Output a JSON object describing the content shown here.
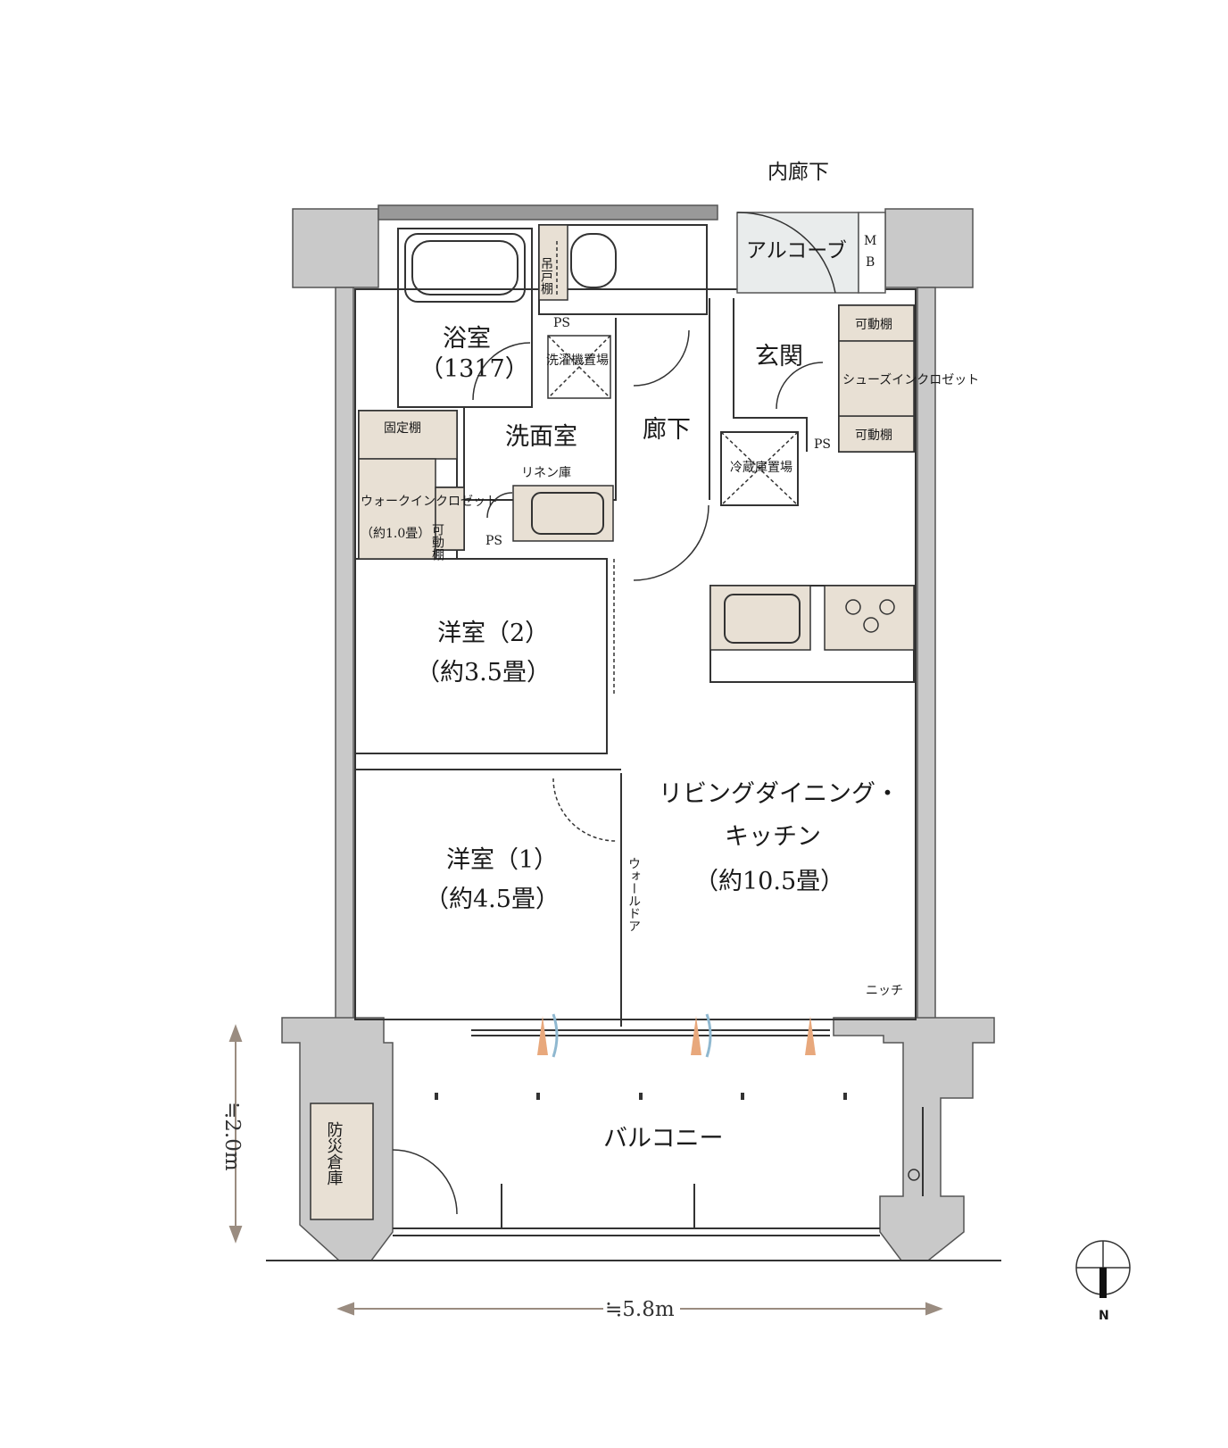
{
  "colors": {
    "wall": "#c9c9c9",
    "wall_stroke": "#555555",
    "storage_fill": "#e8e0d4",
    "alcove_fill": "#e9ecec",
    "line": "#333333",
    "accent_orange": "#e8a87c",
    "accent_blue": "#8fb8d0",
    "dim_line": "#9a8c80"
  },
  "labels": {
    "corridor_inner": "内廊下",
    "alcove": "アルコーブ",
    "mb": "M\nB",
    "bathroom": "浴室",
    "bathroom_size": "（1317）",
    "hanging_shelf": "吊戸棚",
    "ps": "PS",
    "washer_area": "洗濯機置場",
    "washroom": "洗面室",
    "hallway": "廊下",
    "entrance": "玄関",
    "movable_shelf": "可動棚",
    "shoes_in_closet": "シューズインクロゼット",
    "fridge_area": "冷蔵庫置場",
    "fixed_shelf": "固定棚",
    "walk_in_closet": "ウォークインクロゼット",
    "walk_in_closet_size": "（約1.0畳）",
    "linen_storage": "リネン庫",
    "western_room_2": "洋室（2）",
    "western_room_2_size": "（約3.5畳）",
    "western_room_1": "洋室（1）",
    "western_room_1_size": "（約4.5畳）",
    "wall_door": "ウォールドア",
    "ldk": "リビングダイニング・",
    "ldk_2": "キッチン",
    "ldk_size": "（約10.5畳）",
    "niche": "ニッチ",
    "balcony": "バルコニー",
    "disaster_storage": "防災倉庫",
    "dim_vertical": "≒2.0m",
    "dim_horizontal": "≒5.8m",
    "north": "N"
  }
}
